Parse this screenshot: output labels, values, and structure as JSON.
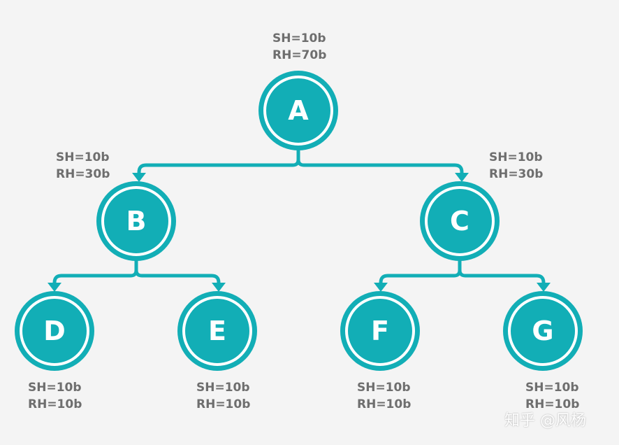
{
  "colors": {
    "node_fill": "#12aeb6",
    "node_ring": "#ffffff",
    "edge": "#12aeb6",
    "text": "#6e6e6e",
    "background": "#f4f4f4"
  },
  "nodes": {
    "A": {
      "label": "A",
      "sh": "SH=10b",
      "rh": "RH=70b"
    },
    "B": {
      "label": "B",
      "sh": "SH=10b",
      "rh": "RH=30b"
    },
    "C": {
      "label": "C",
      "sh": "SH=10b",
      "rh": "RH=30b"
    },
    "D": {
      "label": "D",
      "sh": "SH=10b",
      "rh": "RH=10b"
    },
    "E": {
      "label": "E",
      "sh": "SH=10b",
      "rh": "RH=10b"
    },
    "F": {
      "label": "F",
      "sh": "SH=10b",
      "rh": "RH=10b"
    },
    "G": {
      "label": "G",
      "sh": "SH=10b",
      "rh": "RH=10b"
    }
  },
  "edges": [
    {
      "from": "A",
      "to": "B"
    },
    {
      "from": "A",
      "to": "C"
    },
    {
      "from": "B",
      "to": "D"
    },
    {
      "from": "B",
      "to": "E"
    },
    {
      "from": "C",
      "to": "F"
    },
    {
      "from": "C",
      "to": "G"
    }
  ],
  "watermark": "知乎 @风杨"
}
